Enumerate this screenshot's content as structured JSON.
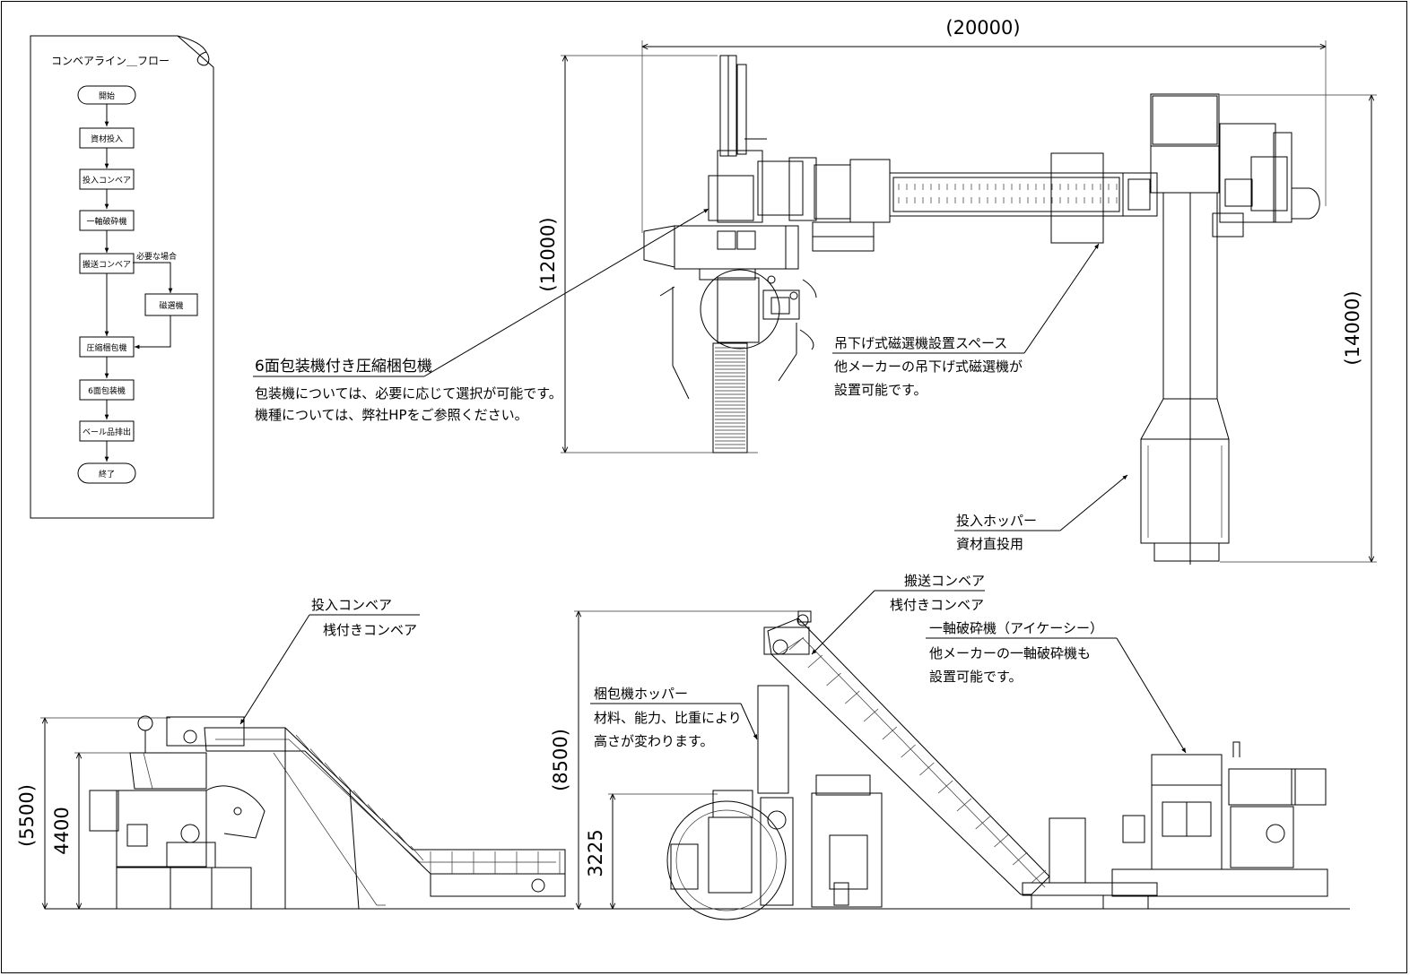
{
  "flowchart": {
    "title": "コンベアライン＿フロー",
    "steps": [
      "開始",
      "資材投入",
      "投入コンベア",
      "一軸破砕機",
      "搬送コンベア",
      "圧縮梱包機",
      "6面包装機",
      "ベール品排出",
      "終了"
    ],
    "branch_label": "必要な場合",
    "branch_step": "磁選機"
  },
  "dimensions": {
    "top_width": "(20000)",
    "top_left_height": "(12000)",
    "top_right_height": "(14000)",
    "front_left_total": "(5500)",
    "front_left_inner": "4400",
    "front_right_total": "(8500)",
    "front_right_inner": "3225"
  },
  "callouts": {
    "baler": {
      "title": "6面包装機付き圧縮梱包機",
      "lines": [
        "包装機については、必要に応じて選択が可能です。",
        "機種については、弊社HPをご参照ください。"
      ]
    },
    "magnet": {
      "title": "吊下げ式磁選機設置スペース",
      "lines": [
        "他メーカーの吊下げ式磁選機が",
        "設置可能です。"
      ]
    },
    "hopper": {
      "title": "投入ホッパー",
      "lines": [
        "資材直投用"
      ]
    },
    "infeed_conveyor": {
      "title": "投入コンベア",
      "lines": [
        "桟付きコンベア"
      ]
    },
    "transfer_conveyor": {
      "title": "搬送コンベア",
      "lines": [
        "桟付きコンベア"
      ]
    },
    "shredder": {
      "title": "一軸破砕機（アイケーシー）",
      "lines": [
        "他メーカーの一軸破砕機も",
        "設置可能です。"
      ]
    },
    "baler_hopper": {
      "title": "梱包機ホッパー",
      "lines": [
        "材料、能力、比重により",
        "高さが変わります。"
      ]
    }
  }
}
